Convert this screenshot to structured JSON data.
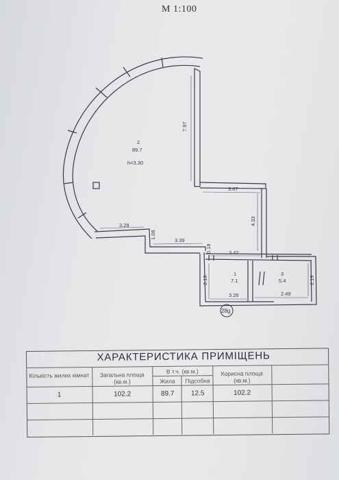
{
  "scale": "М 1:100",
  "plan": {
    "room2_number": "2",
    "room2_area": "89.7",
    "height": "h=3.30",
    "room1_number": "1",
    "room1_area": "7.1",
    "room3_number": "3",
    "room3_area": "5.4",
    "dim_7_97": "7.97",
    "dim_3_67": "3.67",
    "dim_4_33": "4.33",
    "dim_3_29": "3.29",
    "dim_1_06": "1.06",
    "dim_3_39": "3.39",
    "dim_0_18": "0.18",
    "dim_3_42": "3.42",
    "dim_2_19_left": "2.19",
    "dim_3_26": "3.26",
    "dim_2_49": "2.49",
    "dim_2_19_right": "2.19",
    "stamp": "28g"
  },
  "table": {
    "title": "ХАРАКТЕРИСТИКА ПРИМІЩЕНЬ",
    "headers": {
      "rooms_count": "Кількість жилих кімнат",
      "total_area": "Загальна площа (кв.м.)",
      "incl": "В т.ч. (кв.м.)",
      "living": "Жила",
      "auxiliary": "Підсобна",
      "useful_area": "Корисна площа (кв.м.)"
    },
    "row": {
      "rooms_count": "1",
      "total_area": "102.2",
      "living": "89.7",
      "auxiliary": "12.5",
      "useful_area": "102.2"
    }
  }
}
